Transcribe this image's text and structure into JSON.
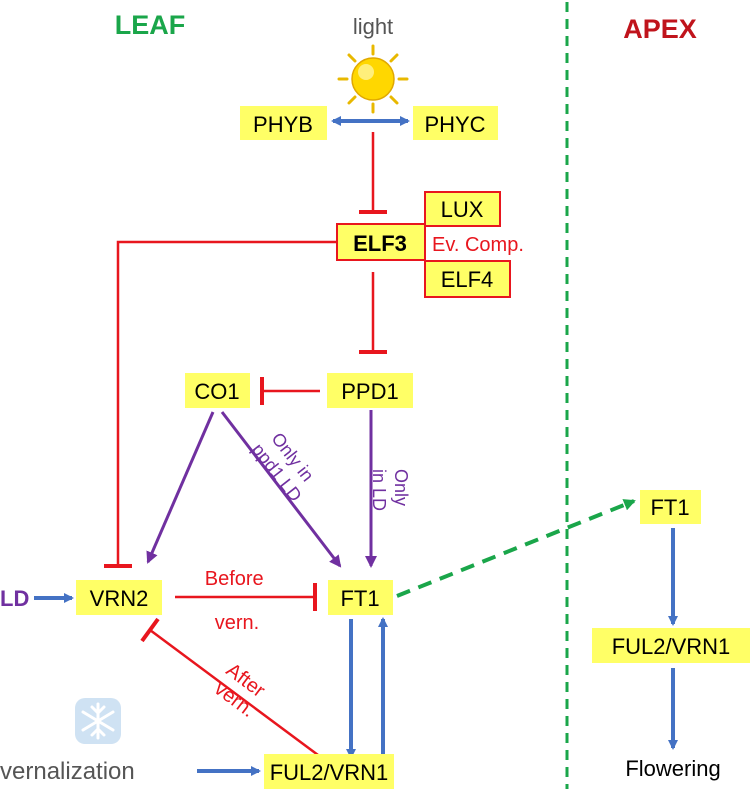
{
  "regions": {
    "leaf": {
      "label": "LEAF",
      "color": "#1aa64a"
    },
    "apex": {
      "label": "APEX",
      "color": "#c0141c"
    }
  },
  "inputs": {
    "light": "light",
    "ld": "LD",
    "vernalization": "vernalization"
  },
  "genes": {
    "phyb": "PHYB",
    "phyc": "PHYC",
    "elf3": "ELF3",
    "lux": "LUX",
    "elf4": "ELF4",
    "co1": "CO1",
    "ppd1": "PPD1",
    "vrn2": "VRN2",
    "ft1_leaf": "FT1",
    "ful2_leaf": "FUL2/VRN1",
    "ft1_apex": "FT1",
    "ful2_apex": "FUL2/VRN1"
  },
  "labels": {
    "ev_comp": "Ev. Comp.",
    "only_in_ppd1_line1": "Only in",
    "only_in_ppd1_line2": "ppd1 LD",
    "only_in_ld_line1": "Only",
    "only_in_ld_line2": "in LD",
    "before_vern_line1": "Before",
    "before_vern_line2": "vern.",
    "after_vern_line1": "After",
    "after_vern_line2": "vern."
  },
  "outputs": {
    "flowering": "Flowering"
  },
  "colors": {
    "gene_box": "#ffff66",
    "activation": "#4472c4",
    "repression": "#e8161e",
    "conditional": "#7030a0",
    "transport": "#1aa64a",
    "text": "#000000",
    "light_label": "#555555",
    "sun": "#ffd700",
    "snowflake": "#a8cde8"
  },
  "icons": {
    "sun": "sun-icon",
    "snowflake": "snowflake-icon"
  }
}
